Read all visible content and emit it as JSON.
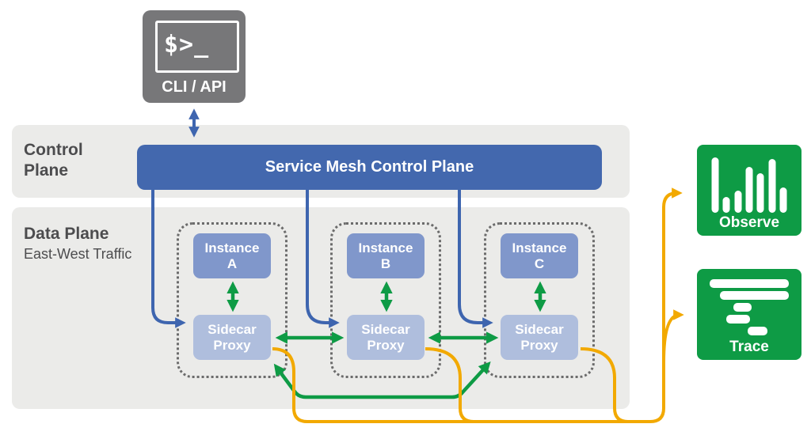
{
  "diagram": {
    "cli": {
      "screen_text": "$>_",
      "label": "CLI / API"
    },
    "control_plane": {
      "band_label_line1": "Control",
      "band_label_line2": "Plane",
      "bar_label": "Service Mesh Control Plane"
    },
    "data_plane": {
      "band_label": "Data Plane",
      "band_sublabel": "East-West Traffic"
    },
    "groups": [
      {
        "instance_line1": "Instance",
        "instance_line2": "A",
        "proxy_line1": "Sidecar",
        "proxy_line2": "Proxy"
      },
      {
        "instance_line1": "Instance",
        "instance_line2": "B",
        "proxy_line1": "Sidecar",
        "proxy_line2": "Proxy"
      },
      {
        "instance_line1": "Instance",
        "instance_line2": "C",
        "proxy_line1": "Sidecar",
        "proxy_line2": "Proxy"
      }
    ],
    "observability": [
      {
        "label": "Observe",
        "icon": "bar-chart-icon"
      },
      {
        "label": "Trace",
        "icon": "trace-spans-icon"
      }
    ],
    "colors": {
      "control_blue": "#4368ae",
      "arrow_blue": "#3e65af",
      "instance_blue": "#8097cb",
      "proxy_blue": "#afbedd",
      "green": "#0e9b45",
      "yellow": "#f2a900",
      "band_gray": "#ebebe9",
      "cli_gray": "#777779",
      "label_dark": "#4c4c4e"
    }
  }
}
